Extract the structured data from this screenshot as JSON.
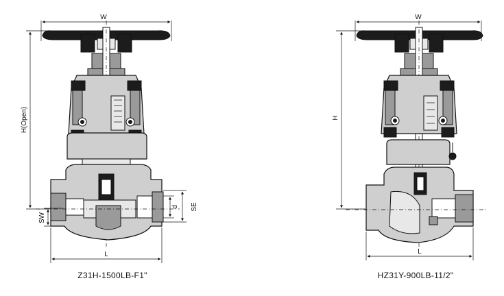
{
  "left_drawing": {
    "caption": "Z31H-1500LB-F1\"",
    "labels": {
      "width": "W",
      "height": "H(Open)",
      "length": "L",
      "socket_width": "SW",
      "bore": "d",
      "socket_end": "SE"
    }
  },
  "right_drawing": {
    "caption": "HZ31Y-900LB-11/2\"",
    "labels": {
      "width": "W",
      "height": "H",
      "length": "L"
    }
  }
}
